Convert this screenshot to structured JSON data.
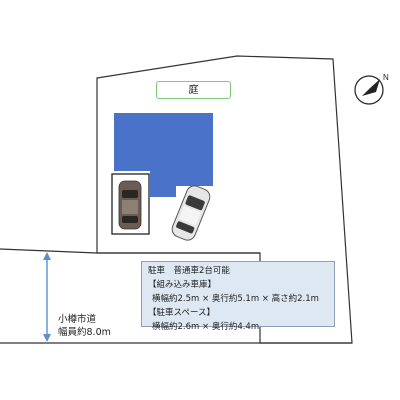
{
  "garden": {
    "label": "庭"
  },
  "road": {
    "name": "小樽市道",
    "width": "幅員約8.0m"
  },
  "parking_info": {
    "line1": "駐車　普通車2台可能",
    "line2": "【組み込み車庫】",
    "line3": "横幅約2.5m × 奥行約5.1m × 高さ約2.1m",
    "line4": "【駐車スペース】",
    "line5": "横幅約2.6m × 奥行約4.4m"
  },
  "compass": {
    "label": "N",
    "icon": "north-arrow-icon"
  },
  "colors": {
    "house": "#4a72c8",
    "info_bg": "#dde8f3",
    "garden_border": "#7dc97a",
    "road_arrow": "#5b8fd0"
  }
}
